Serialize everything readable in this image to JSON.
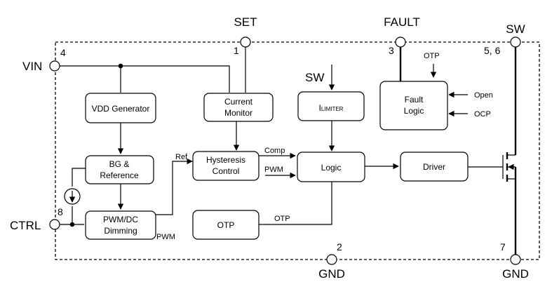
{
  "pins": {
    "set": {
      "label": "SET",
      "number": "1"
    },
    "fault": {
      "label": "FAULT",
      "number": "3"
    },
    "sw_top": {
      "label": "SW",
      "number": "5, 6"
    },
    "vin": {
      "label": "VIN",
      "number": "4"
    },
    "ctrl": {
      "label": "CTRL",
      "number": "8"
    },
    "gnd_mid": {
      "label": "GND",
      "number": "2"
    },
    "gnd_right": {
      "label": "GND",
      "number": "7"
    }
  },
  "blocks": {
    "vdd_generator": "VDD Generator",
    "current_monitor": [
      "Current",
      "Monitor"
    ],
    "ilimiter": {
      "main": "I",
      "sub": "LIMITER"
    },
    "fault_logic": [
      "Fault",
      "Logic"
    ],
    "bg_reference": [
      "BG &",
      "Reference"
    ],
    "hysteresis_control": [
      "Hysteresis",
      "Control"
    ],
    "logic": "Logic",
    "driver": "Driver",
    "pwm_dc_dimming": [
      "PWM/DC",
      "Dimming"
    ],
    "otp": "OTP"
  },
  "signals": {
    "sw_in": "SW",
    "otp_in": "OTP",
    "open": "Open",
    "ocp": "OCP",
    "ref": "Ref",
    "comp": "Comp",
    "pwm_logic": "PWM",
    "pwm_out": "PWM",
    "otp_out": "OTP"
  }
}
